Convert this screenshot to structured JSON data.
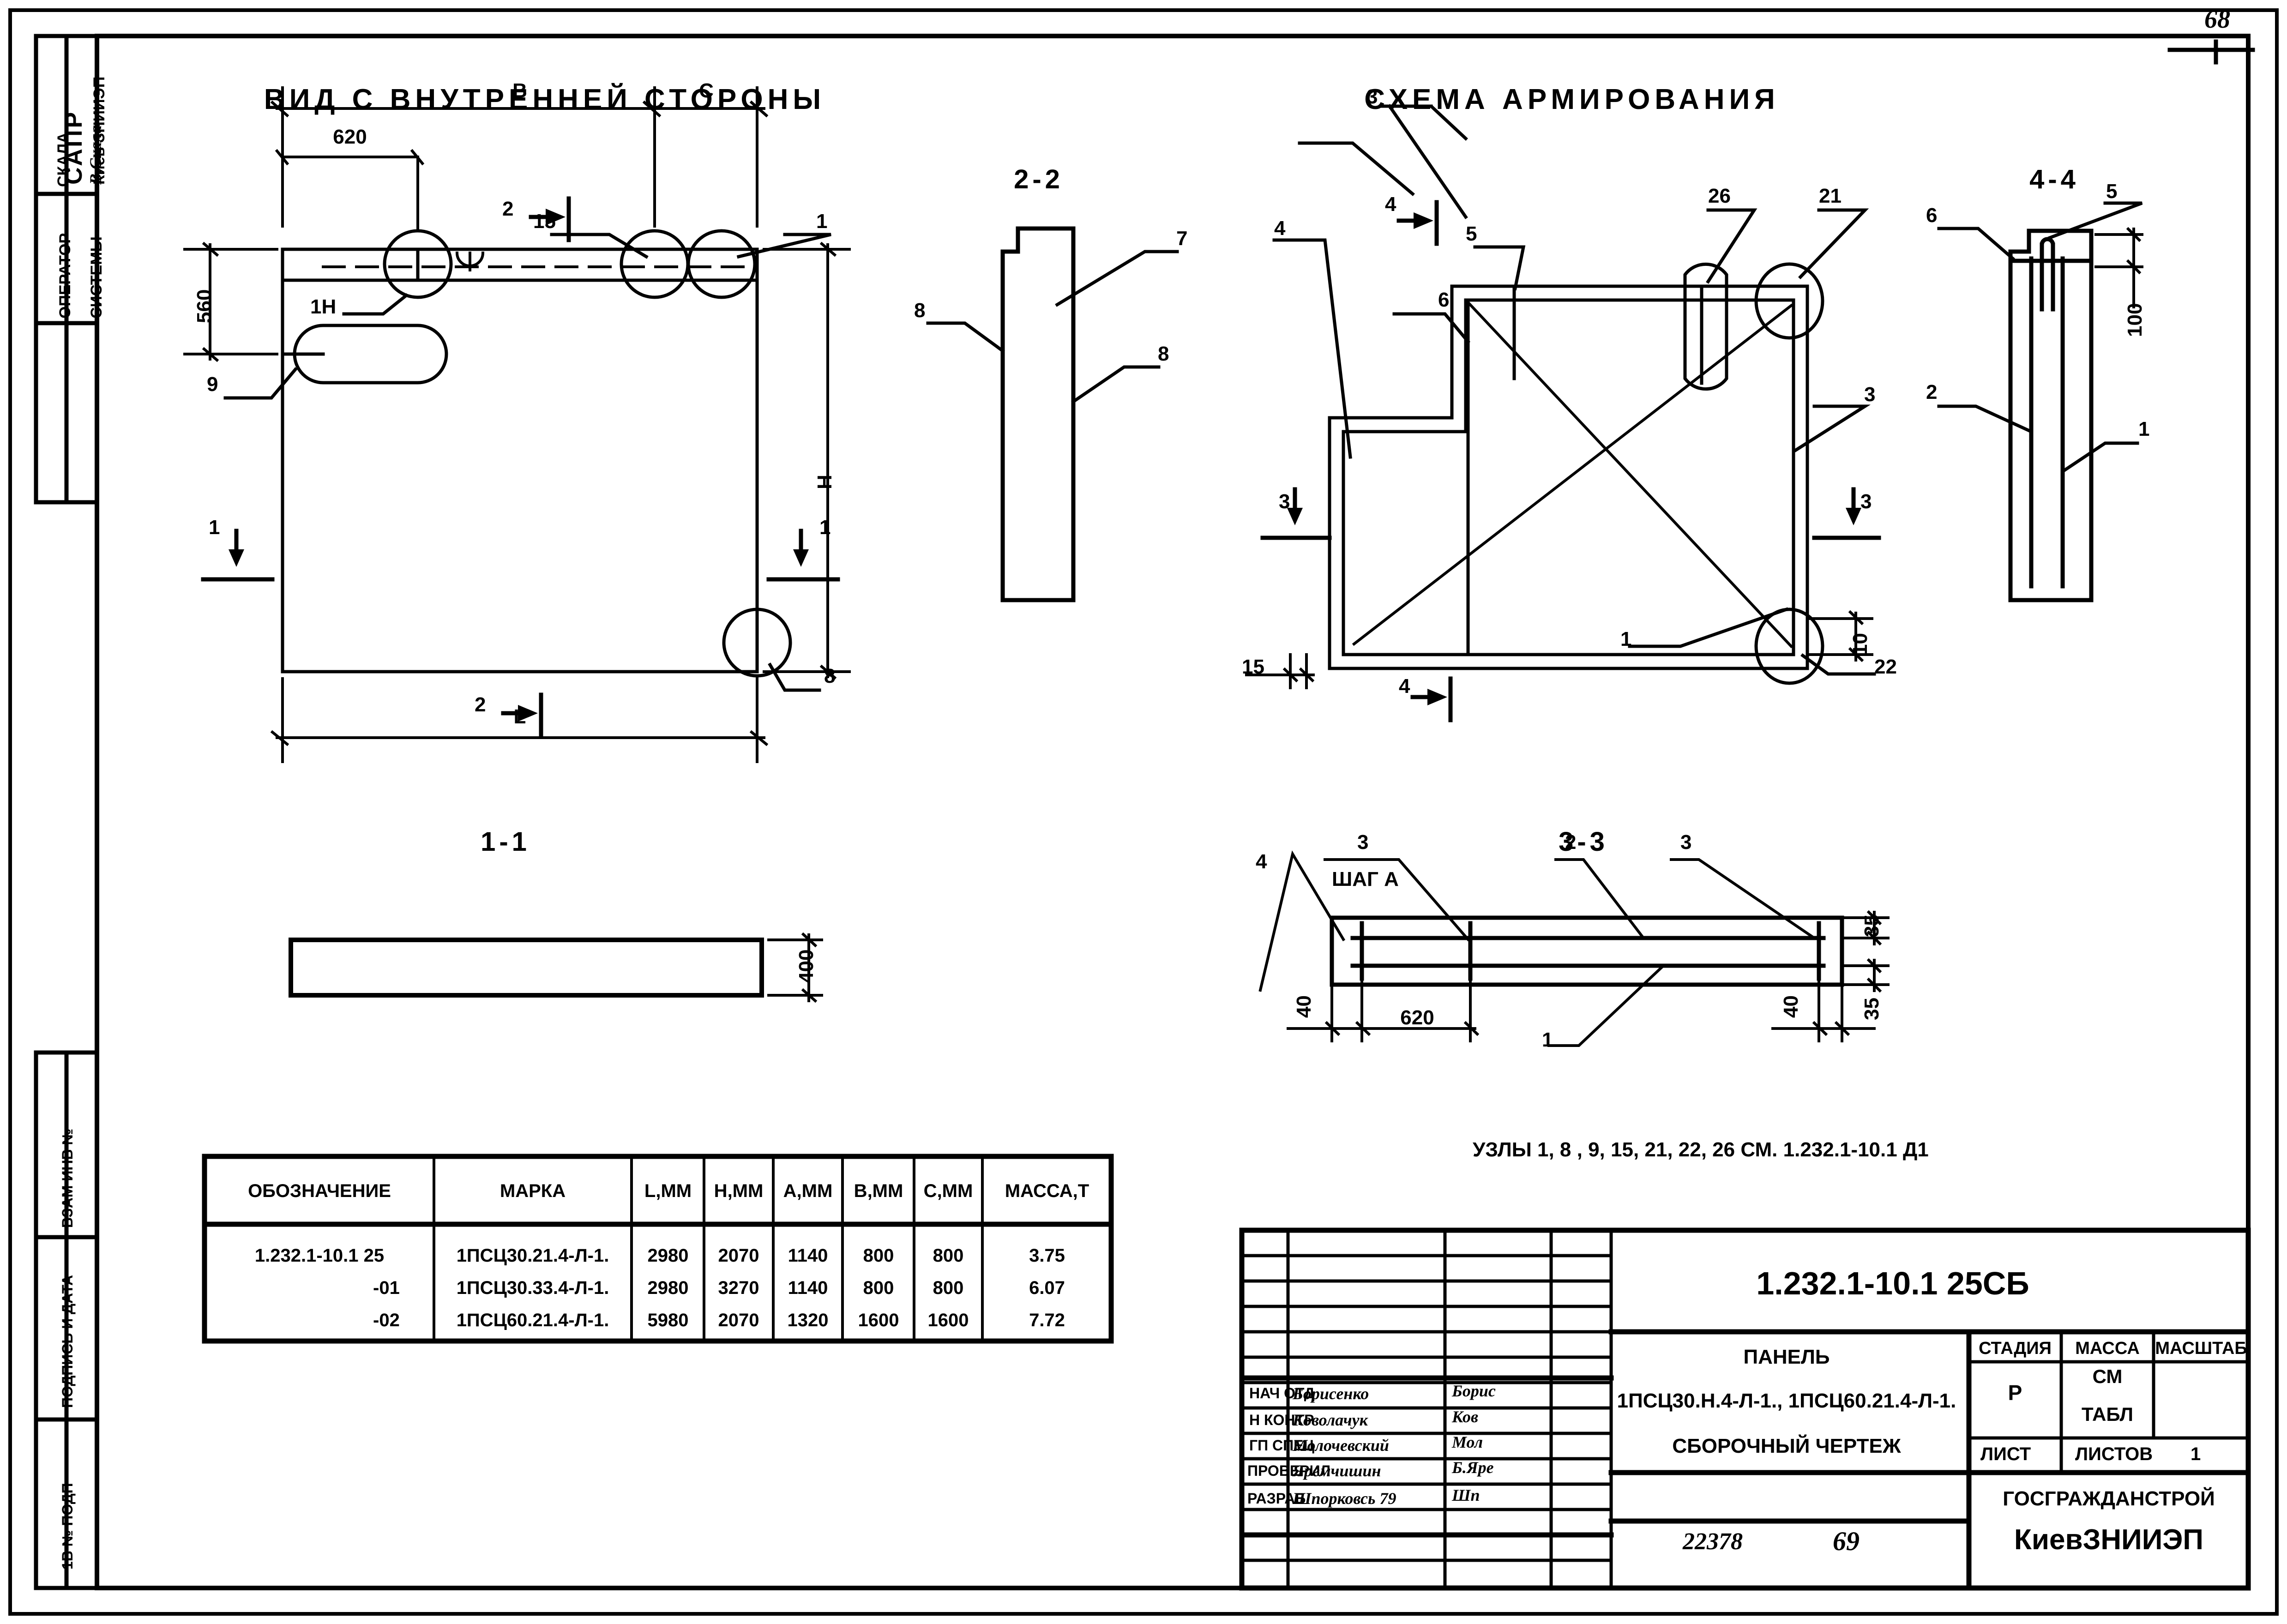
{
  "sheet": {
    "page_number_top": "68",
    "handwritten_bottom_code": "22378",
    "handwritten_bottom_page": "69"
  },
  "left_margin_blocks": [
    {
      "name": "sapr",
      "line1": "САПР",
      "line2": "Киев ЗНИИЭП"
    },
    {
      "name": "operator",
      "line1": "ОПЕРАТОР",
      "line2": "СИСТЕМЫ"
    },
    {
      "name": "skala",
      "line1": "СКАЛА",
      "line2": "В.Скала"
    },
    {
      "name": "vzam",
      "line1": "ВЗАМ ИНВ №"
    },
    {
      "name": "podpis",
      "line1": "ПОДПИСЬ И ДАТА"
    },
    {
      "name": "invpodp",
      "line1": "1В № ПОДП"
    }
  ],
  "views": {
    "main": {
      "title": "ВИД С ВНУТРЕННЕЙ СТОРОНЫ",
      "dims": {
        "b": "В",
        "c": "С",
        "h": "Н",
        "l": "L",
        "d620": "620",
        "d560": "560"
      },
      "callouts": [
        "1Н",
        "9",
        "15",
        "1",
        "8",
        "2",
        "2",
        "1",
        "1"
      ]
    },
    "section_2_2": {
      "title": "2-2",
      "callouts": [
        "7",
        "8",
        "8"
      ]
    },
    "section_1_1": {
      "title": "1-1",
      "dims": {
        "thickness": "400"
      }
    },
    "armature": {
      "title": "СХЕМА АРМИРОВАНИЯ",
      "callouts": [
        "4",
        "5",
        "26",
        "21",
        "3",
        "6",
        "4",
        "3",
        "3",
        "1",
        "22",
        "3",
        "15",
        "4",
        "10"
      ]
    },
    "section_4_4": {
      "title": "4-4",
      "callouts": [
        "6",
        "5",
        "2",
        "1"
      ],
      "dims": {
        "d100": "100"
      }
    },
    "section_3_3": {
      "title": "3-3",
      "callouts": [
        "4",
        "3",
        "2",
        "3",
        "1"
      ],
      "step_label": "ШАГ А",
      "dims": {
        "d35_top": "35",
        "d35_bot": "35",
        "d40_left": "40",
        "d620": "620",
        "d40_right": "40"
      }
    }
  },
  "note": "УЗЛЫ 1, 8 , 9, 15, 21, 22, 26 СМ.  1.232.1-10.1  Д1",
  "spec_table": {
    "headers": [
      "ОБОЗНАЧЕНИЕ",
      "МАРКА",
      "L,ММ",
      "Н,ММ",
      "А,ММ",
      "В,ММ",
      "С,ММ",
      "МАССА,Т"
    ],
    "rows": [
      [
        "1.232.1-10.1 25",
        "1ПСЦ30.21.4-Л-1.",
        "2980",
        "2070",
        "1140",
        "800",
        "800",
        "3.75"
      ],
      [
        "-01",
        "1ПСЦ30.33.4-Л-1.",
        "2980",
        "3270",
        "1140",
        "800",
        "800",
        "6.07"
      ],
      [
        "-02",
        "1ПСЦ60.21.4-Л-1.",
        "5980",
        "2070",
        "1320",
        "1600",
        "1600",
        "7.72"
      ]
    ]
  },
  "title_block": {
    "drawing_code": "1.232.1-10.1  25СБ",
    "name_line1": "ПАНЕЛЬ",
    "name_line2": "1ПСЦ30.Н.4-Л-1., 1ПСЦ60.21.4-Л-1.",
    "name_line3": "СБОРОЧНЫЙ ЧЕРТЕЖ",
    "col_headers": [
      "СТАДИЯ",
      "МАССА",
      "МАСШТАБ"
    ],
    "stage": "Р",
    "mass_line1": "СМ",
    "mass_line2": "ТАБЛ",
    "scale": "",
    "sheet_label": "ЛИСТ",
    "sheets_label": "ЛИСТОВ",
    "sheets_value": "1",
    "org_line1": "ГОСГРАЖДАНСТРОЙ",
    "org_line2": "КиевЗНИИЭП",
    "signature_rows": [
      {
        "role": "НАЧ ОТД",
        "name": "Борисенко",
        "sign": "Борис"
      },
      {
        "role": "Н КОНТР",
        "name": "Коволачук",
        "sign": "Ков"
      },
      {
        "role": "ГП СПЕЦ",
        "name": "Молочевский",
        "sign": "Мол"
      },
      {
        "role": "ПРОВЕРИЛ",
        "name": "Яремчишин",
        "sign": "Б.Яре"
      },
      {
        "role": "РАЗРАБ.",
        "name": "Шпорковсь 79",
        "sign": "Шп"
      }
    ]
  }
}
